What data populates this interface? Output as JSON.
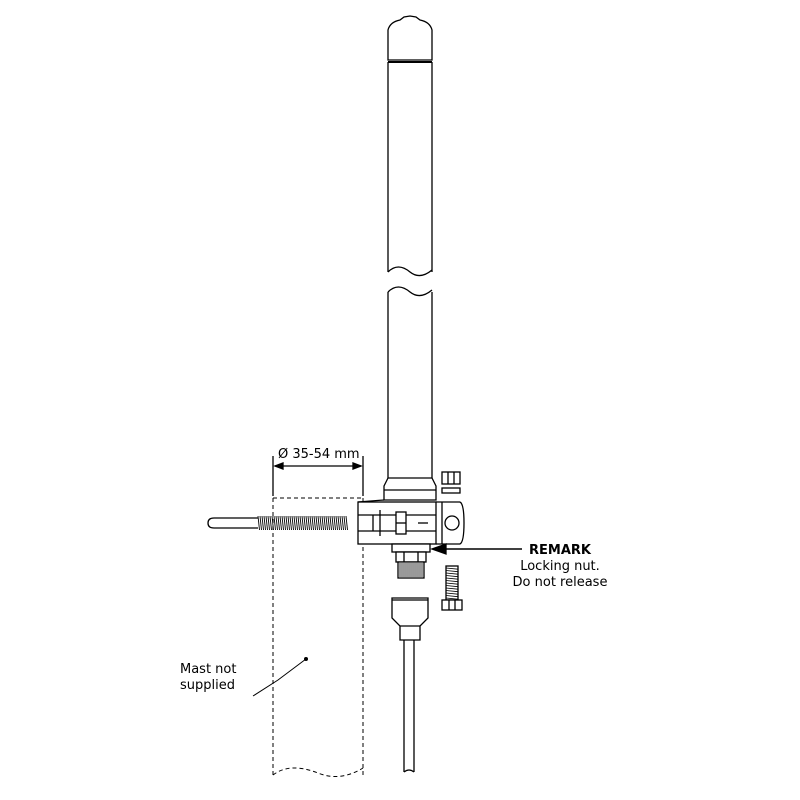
{
  "dimension": {
    "text": "Ø 35-54 mm"
  },
  "remark": {
    "title": "REMARK",
    "line1": "Locking nut.",
    "line2": "Do not release"
  },
  "mast": {
    "line1": "Mast not",
    "line2": "supplied"
  },
  "colors": {
    "stroke": "#000000",
    "fill": "#ffffff",
    "accent": "#e6e6e6"
  }
}
